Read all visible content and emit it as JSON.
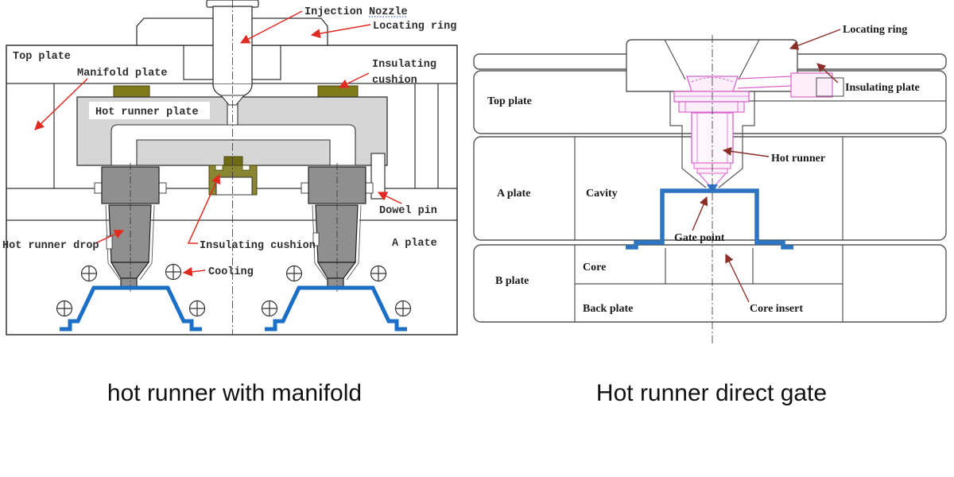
{
  "diagrams": {
    "left": {
      "caption": "hot runner with manifold",
      "labels": {
        "injection_nozzle": "Injection Nozzle",
        "locating_ring": "Locating ring",
        "top_plate": "Top plate",
        "manifold_plate": "Manifold plate",
        "insulating_cushion_line1": "Insulating",
        "insulating_cushion_line2": "cushion",
        "hot_runner_plate": "Hot runner plate",
        "dowel_pin": "Dowel pin",
        "hot_runner_drop": "Hot runner drop",
        "insulating_cushion_center": "Insulating cushion",
        "cooling": "Cooling",
        "a_plate": "A plate"
      },
      "colors": {
        "arrow": "#e02b20",
        "cushion_olive": "#7f7a1c",
        "center_cushion": "#8a8530",
        "manifold_gray": "#d6d6d6",
        "drop_gray": "#8f8f8f",
        "molded_part_blue": "#1b6fc6"
      }
    },
    "right": {
      "caption": "Hot runner direct gate",
      "labels": {
        "locating_ring": "Locating ring",
        "insulating_plate": "Insulating plate",
        "top_plate": "Top plate",
        "hot_runner": "Hot runner",
        "a_plate": "A plate",
        "cavity": "Cavity",
        "gate_point": "Gate point",
        "core": "Core",
        "b_plate": "B plate",
        "back_plate": "Back plate",
        "core_insert": "Core insert"
      },
      "colors": {
        "arrow": "#8b2e28",
        "nozzle_pink": "#d964cc",
        "molded_part_blue": "#2d74c2",
        "plate_outline": "#555555"
      }
    }
  }
}
